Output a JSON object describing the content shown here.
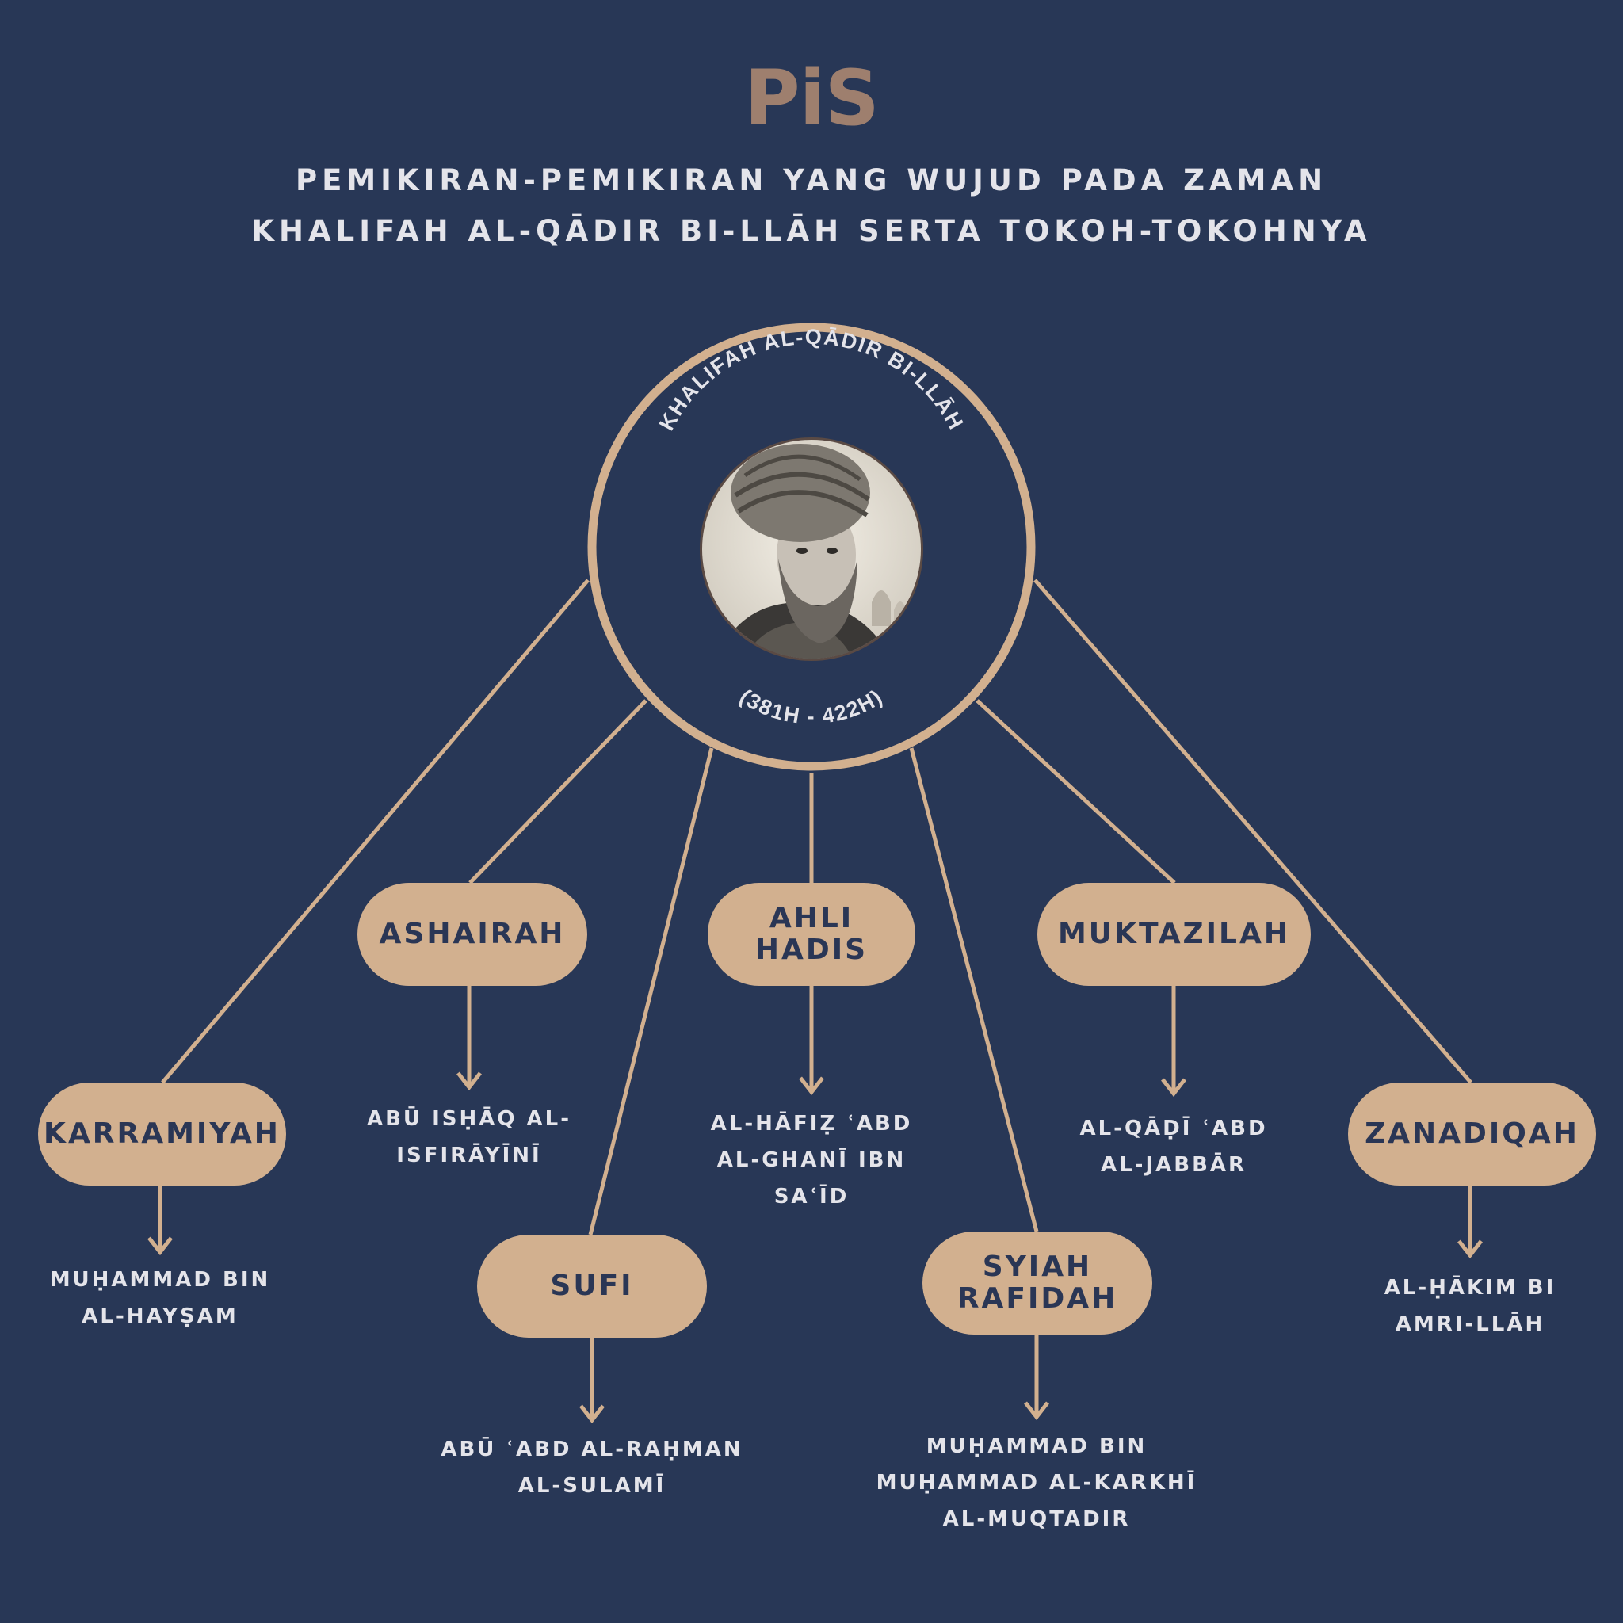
{
  "logo": "PiS",
  "title": {
    "line1": "PEMIKIRAN-PEMIKIRAN YANG WUJUD PADA ZAMAN",
    "line2": "KHALIFAH AL-QĀDIR BI-LLĀH SERTA TOKOH-TOKOHNYA"
  },
  "center": {
    "name": "KHALIFAH AL-QĀDIR BI-LLĀH",
    "years": "(381H - 422H)"
  },
  "groups": [
    {
      "label": "KARRAMIYAH",
      "figure": "MUḤAMMAD BIN AL-HAYṢAM"
    },
    {
      "label": "ASHAIRAH",
      "figure": "ABŪ ISḤĀQ AL-ISFIRĀYĪNĪ"
    },
    {
      "label": "SUFI",
      "figure": "ABŪ ʿABD AL-RAḤMAN AL-SULAMĪ"
    },
    {
      "label": "AHLI HADIS",
      "figure": "AL-HĀFIẒ ʿABD AL-GHANĪ IBN SAʿĪD"
    },
    {
      "label": "SYIAH RAFIDAH",
      "figure": "MUḤAMMAD BIN MUḤAMMAD AL-KARKHĪ AL-MUQTADIR"
    },
    {
      "label": "MUKTAZILAH",
      "figure": "AL-QĀḌĪ ʿABD AL-JABBĀR"
    },
    {
      "label": "ZANADIQAH",
      "figure": "AL-ḤĀKIM BI AMRI-LLĀH"
    }
  ]
}
